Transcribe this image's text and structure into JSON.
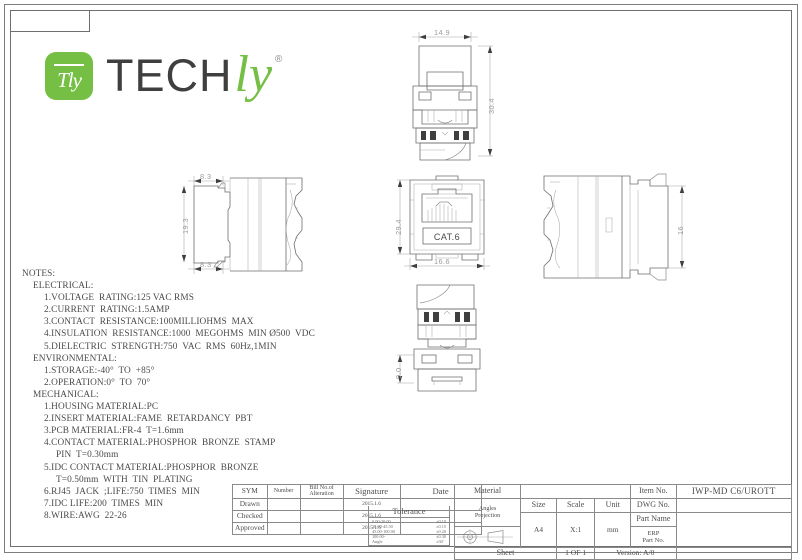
{
  "logo": {
    "mark_glyph": "Tly",
    "brand_primary": "TECH",
    "brand_secondary": "ly",
    "registered": "®",
    "green": "#74bf44",
    "dark": "#3f3f3f"
  },
  "notes": {
    "heading": "NOTES:",
    "sections": [
      {
        "title": "ELECTRICAL:",
        "items": [
          "1.VOLTAGE  RATING:125 VAC RMS",
          "2.CURRENT  RATING:1.5AMP",
          "3.CONTACT  RESISTANCE:100MILLIOHMS  MAX",
          "4.INSULATION  RESISTANCE:1000  MEGOHMS  MIN Ø500  VDC",
          "5.DIELECTRIC  STRENGTH:750  VAC  RMS  60Hz,1MIN"
        ]
      },
      {
        "title": "ENVIRONMENTAL:",
        "items": [
          "1.STORAGE:-40°  TO  +85°",
          "2.OPERATION:0°  TO  70°"
        ]
      },
      {
        "title": "MECHANICAL:",
        "items": [
          "1.HOUSING MATERIAL:PC",
          "2.INSERT MATERIAL:FAME  RETARDANCY  PBT",
          "3.PCB MATERIAL:FR-4  T=1.6mm",
          "4.CONTACT MATERIAL:PHOSPHOR  BRONZE  STAMP",
          "PIN  T=0.30mm",
          "5.IDC CONTACT MATERIAL:PHOSPHOR  BRONZE",
          "T=0.50mm  WITH  TIN  PLATING",
          "6.RJ45  JACK  ;LIFE:750  TIMES  MIN",
          "7.IDC LIFE:200  TIMES  MIN",
          "8.WIRE:AWG  22-26"
        ],
        "indent": [
          2,
          2,
          2,
          2,
          3,
          2,
          3,
          2,
          2,
          2
        ]
      }
    ]
  },
  "views": {
    "left_side": {
      "width_top": "8.3",
      "width_bottom": "8.3",
      "height": "19.3"
    },
    "top_center": {
      "width": "14.9",
      "height": "30.4"
    },
    "front_center": {
      "width": "16.6",
      "height": "29.4",
      "face_label": "CAT.6"
    },
    "bottom_center": {
      "height": "9.0"
    },
    "right_side": {
      "height": "16"
    }
  },
  "title_block": {
    "revision_headers": [
      "SYM",
      "Number",
      "Bill No.of\nAlteration",
      "Signature",
      "Date"
    ],
    "revision_rows": [
      {
        "label": "Drawn",
        "number": "",
        "bill": "",
        "signature": "",
        "date": "2015.1.6"
      },
      {
        "label": "Checked",
        "number": "",
        "bill": "",
        "signature": "",
        "date": "2015.1.6"
      },
      {
        "label": "Approved",
        "number": "",
        "bill": "",
        "signature": "",
        "date": "2015.1.6"
      }
    ],
    "tolerance": {
      "title": "Tolerance",
      "left": [
        "0.00-20.00",
        "20.00-45.50",
        "45.00-100.00",
        "100.00-",
        "Angle"
      ],
      "right": [
        "±0.10",
        "±0.15",
        "±0.20",
        "±0.30",
        "±30'"
      ]
    },
    "material_label": "Material",
    "material_value": "",
    "angles_projection_label": "Angles\nProjection",
    "size_label": "Size",
    "size_value": "A4",
    "scale_label": "Scale",
    "scale_value": "X:1",
    "unit_label": "Unit",
    "unit_value": "mm",
    "sheet_label": "Sheet",
    "sheet_value": "1 OF 1",
    "version_label": "Version: A/0",
    "item_no_label": "Item No.",
    "item_no_value": "IWP-MD C6/UROTT",
    "dwg_no_label": "DWG No.",
    "dwg_no_value": "",
    "part_name_label": "Part Name",
    "part_name_value": "",
    "erp_part_no_label": "ERP\nPart No.",
    "erp_part_no_value": ""
  }
}
